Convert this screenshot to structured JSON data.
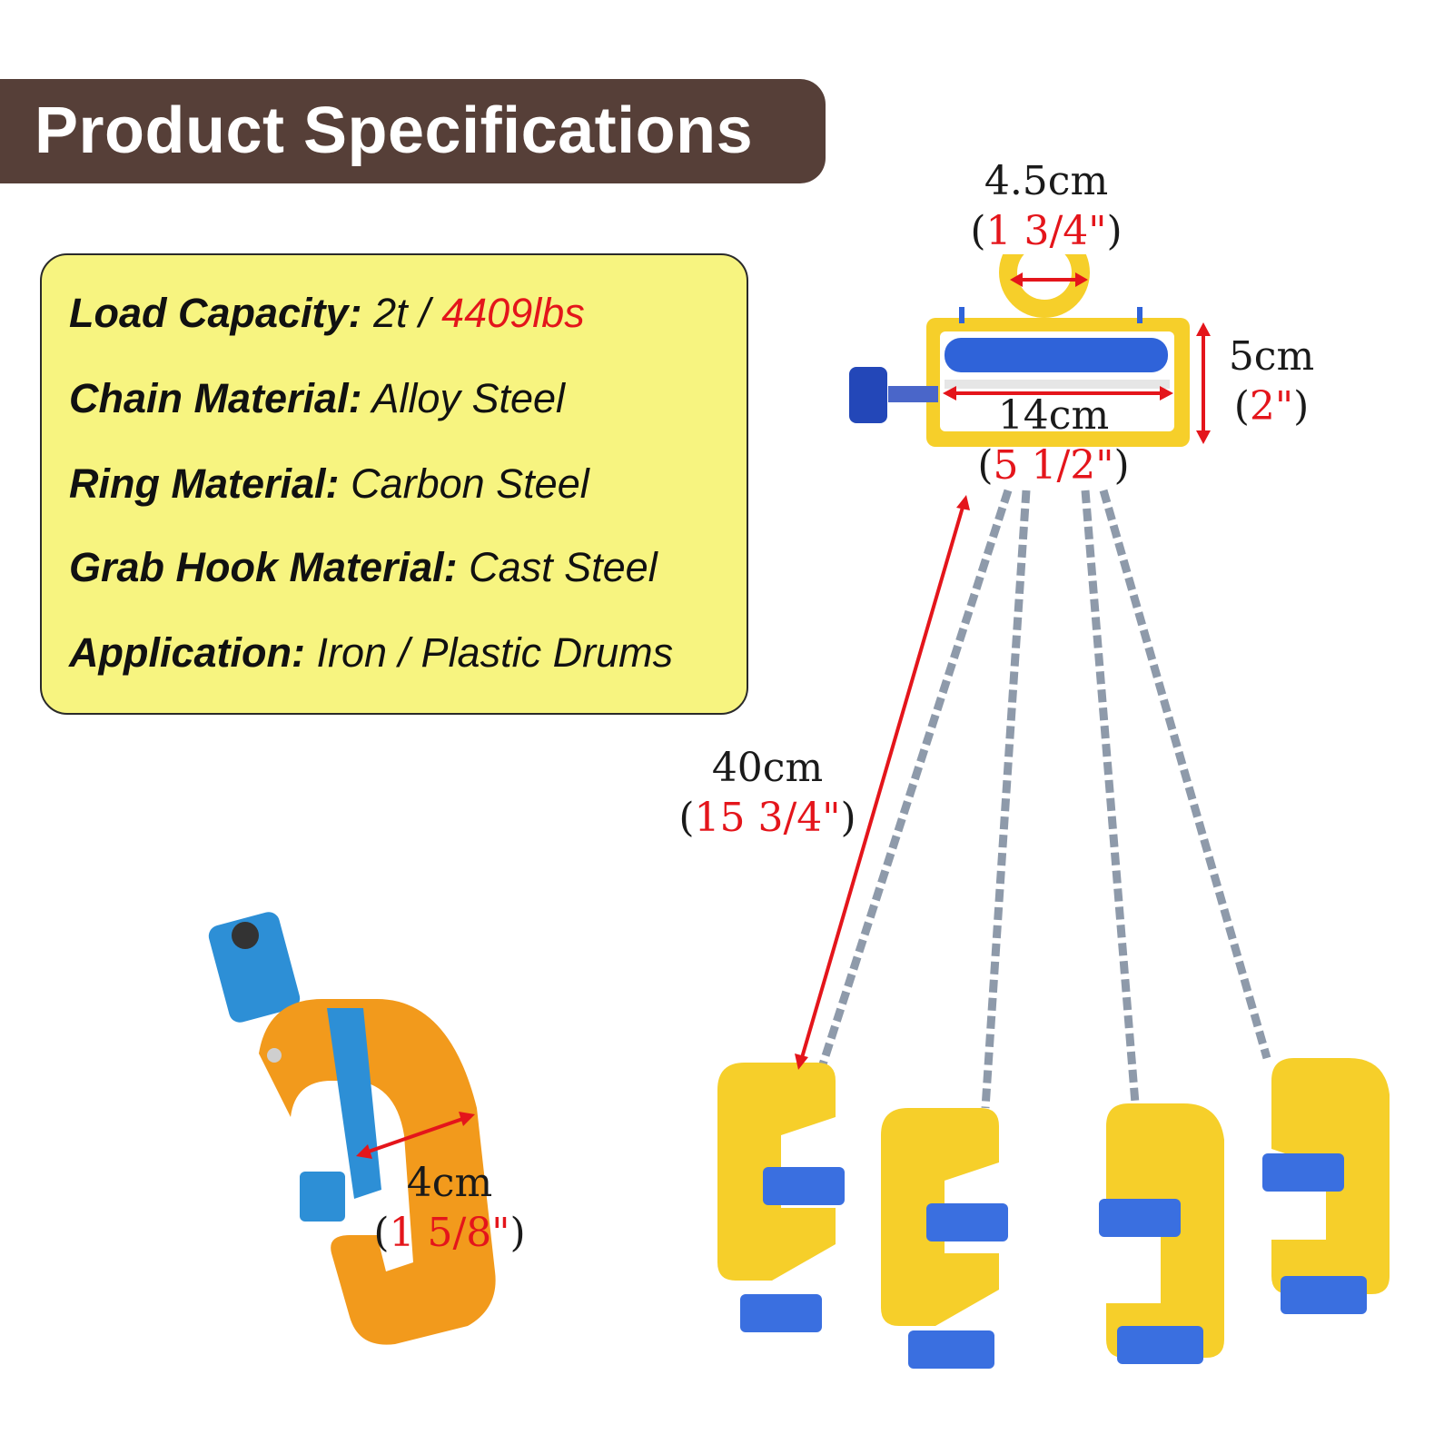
{
  "banner": {
    "title": "Product Specifications"
  },
  "specs": [
    {
      "label": "Load Capacity:",
      "value": "2t / ",
      "value_highlight": "4409lbs"
    },
    {
      "label": "Chain Material:",
      "value": "Alloy Steel"
    },
    {
      "label": "Ring Material:",
      "value": "Carbon Steel"
    },
    {
      "label": "Grab Hook Material:",
      "value": "Cast Steel"
    },
    {
      "label": "Application:",
      "value": "Iron / Plastic Drums"
    }
  ],
  "dimensions": {
    "ring": {
      "metric": "4.5cm",
      "open": "(",
      "imperial": "1 3/4\"",
      "close": ")"
    },
    "height": {
      "metric": "5cm",
      "open": "(",
      "imperial": "2\"",
      "close": ")"
    },
    "width": {
      "metric": "14cm",
      "open": "(",
      "imperial": "5 1/2\"",
      "close": ")"
    },
    "chain": {
      "metric": "40cm",
      "open": "(",
      "imperial": "15 3/4\"",
      "close": ")"
    },
    "hook": {
      "metric": "4cm",
      "open": "(",
      "imperial": "1 5/8\"",
      "close": ")"
    }
  },
  "colors": {
    "banner": "#563f38",
    "spec_box": "#f7f480",
    "highlight": "#e4151b",
    "yellow_part": "#f6cf2a",
    "blue_part": "#2f63d9",
    "chain": "#8e9aaa",
    "orange_hook": "#f29a1c"
  }
}
